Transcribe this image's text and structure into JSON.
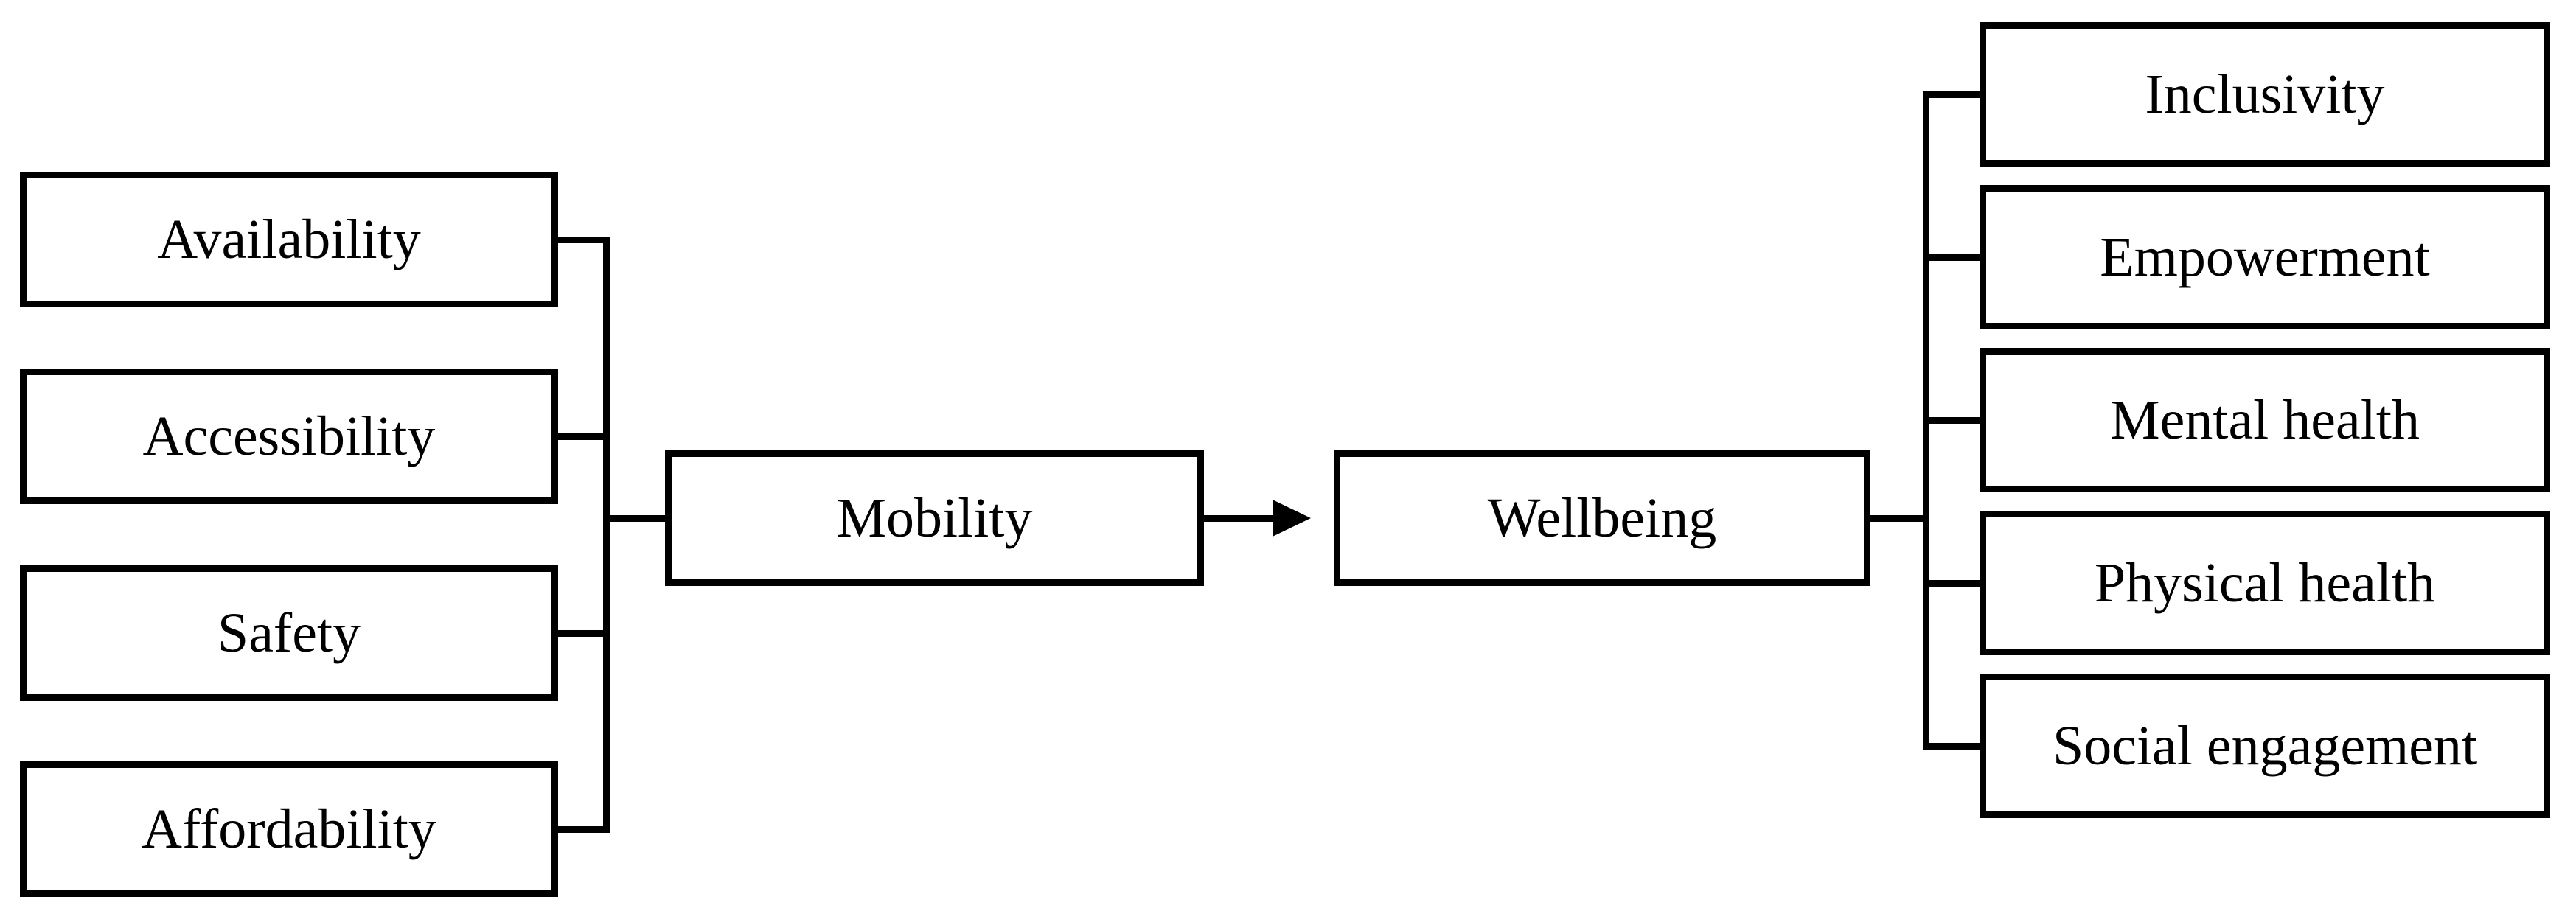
{
  "figure": {
    "type": "flow-diagram",
    "background_color": "#ffffff",
    "line_color": "#000000",
    "box_fill_color": "#ffffff",
    "left_factors": [
      "Availability",
      "Accessibility",
      "Safety",
      "Affordability"
    ],
    "center_node": "Mobility",
    "outcome_node": "Wellbeing",
    "right_outcomes": [
      "Inclusivity",
      "Empowerment",
      "Mental health",
      "Physical health",
      "Social engagement"
    ],
    "relations": {
      "left_to_center": "Availability, Accessibility, Safety, Affordability feed into Mobility",
      "center_to_outcome": "Mobility leads to Wellbeing (arrow)",
      "outcome_to_right": "Wellbeing branches to Inclusivity, Empowerment, Mental health, Physical health, Social engagement"
    }
  }
}
